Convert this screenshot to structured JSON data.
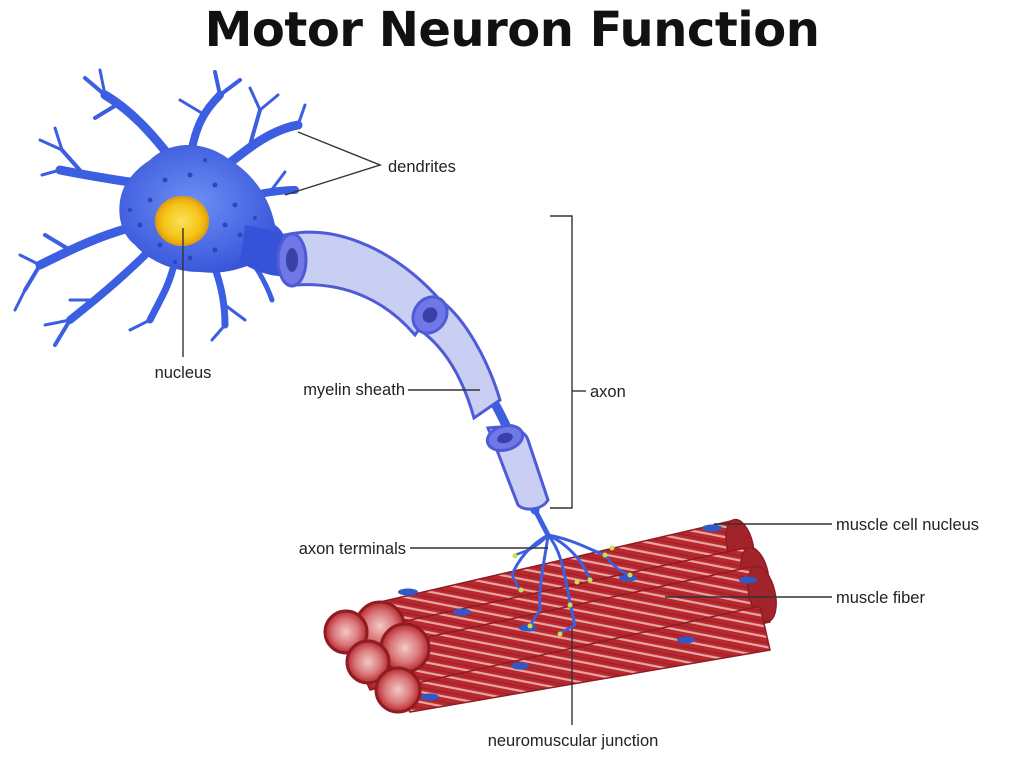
{
  "title": "Motor Neuron Function",
  "labels": {
    "dendrites": "dendrites",
    "nucleus": "nucleus",
    "myelin_sheath": "myelin sheath",
    "axon": "axon",
    "axon_terminals": "axon terminals",
    "muscle_cell_nucleus": "muscle cell nucleus",
    "muscle_fiber": "muscle fiber",
    "neuromuscular_junction": "neuromuscular junction"
  },
  "colors": {
    "neuron_body": "#3b5fe0",
    "neuron_light": "#5b80f2",
    "nucleus_fill": "#f5c518",
    "nucleus_ring": "#e8a20f",
    "myelin": "#c9cff2",
    "myelin_edge": "#4f5ad8",
    "muscle_red": "#b8282e",
    "muscle_dark": "#8e1c22",
    "muscle_stripe": "#e6a7a4",
    "muscle_nucleus": "#2f58c8",
    "synapse_dot": "#c8e04a"
  }
}
